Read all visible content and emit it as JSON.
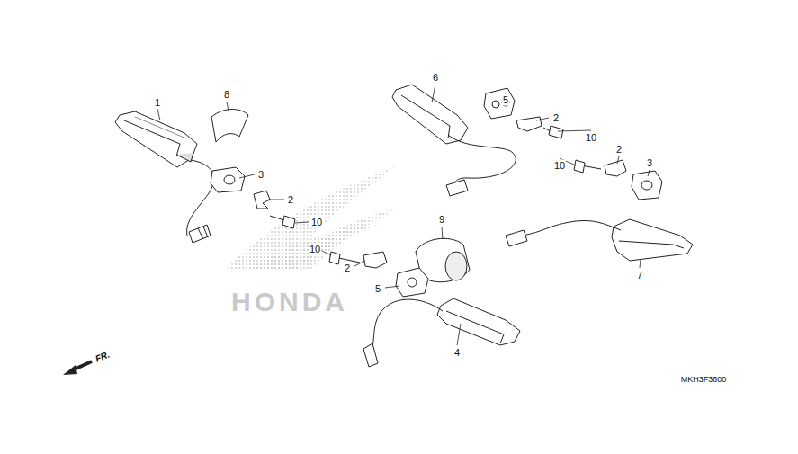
{
  "diagram": {
    "labels": [
      "1",
      "8",
      "3",
      "2",
      "10",
      "6",
      "5",
      "2",
      "10",
      "10",
      "2",
      "3",
      "9",
      "10",
      "2",
      "5",
      "7",
      "4",
      "HONDA",
      "FR.",
      "MKH3F3600"
    ]
  }
}
